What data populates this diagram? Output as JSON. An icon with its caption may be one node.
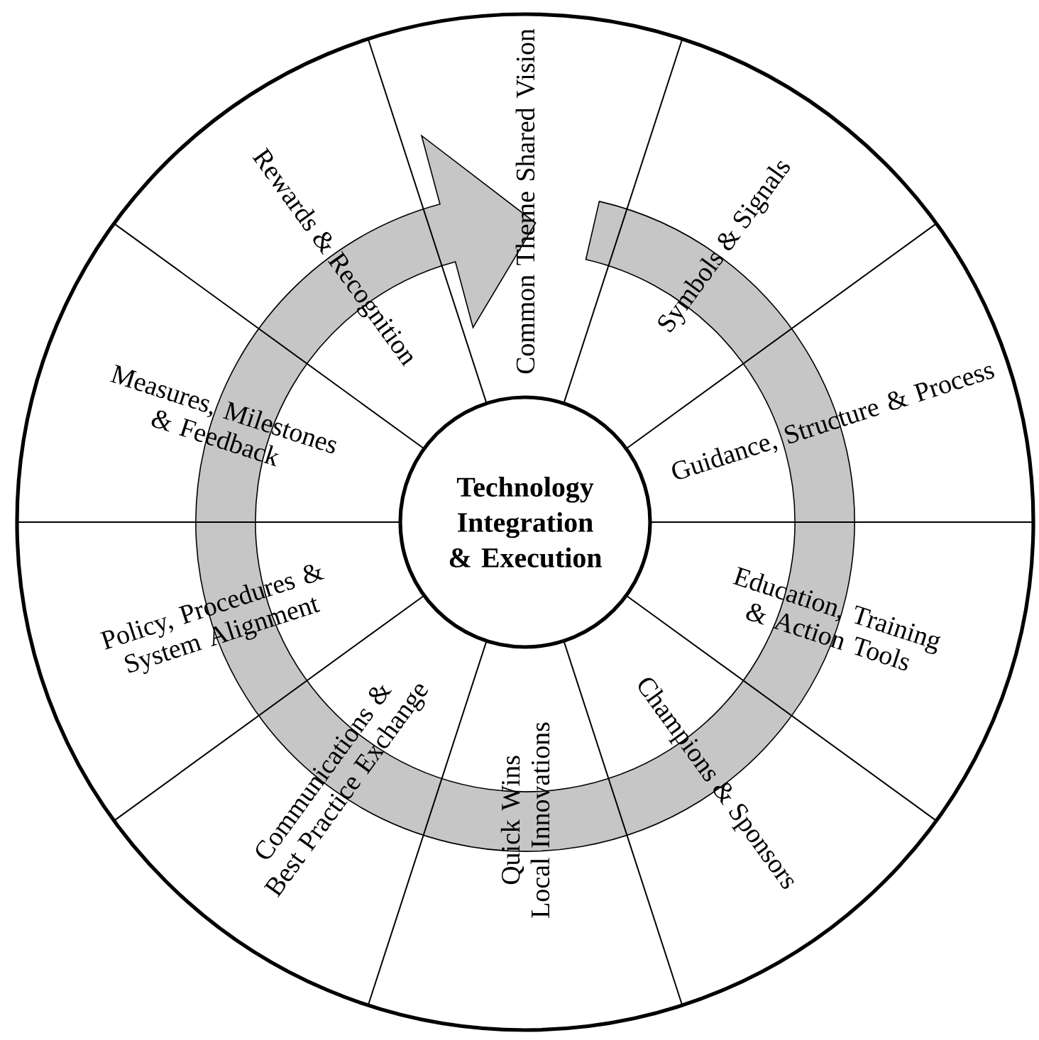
{
  "diagram": {
    "nodes": [
      {
        "text": [
          "Technology Integration & Execution"
        ]
      },
      {
        "text": [
          "Common Theme Shared Vision"
        ]
      },
      {
        "text": [
          "Symbols & Signals"
        ]
      },
      {
        "text": [
          "Guidance, Structure & Process"
        ]
      },
      {
        "text": [
          "Education, Training & Action Tools"
        ]
      },
      {
        "text": [
          "Champions & Sponsors"
        ]
      },
      {
        "text": [
          "Quick Wins Local Innovations"
        ]
      },
      {
        "text": [
          "Communications & Best Practice Exchange"
        ]
      },
      {
        "text": [
          "Policy, Procedures & System Alignment"
        ]
      },
      {
        "text": [
          "Measures, Milestones & Feedback"
        ]
      },
      {
        "text": [
          "Rewards & Recognition"
        ]
      }
    ]
  }
}
